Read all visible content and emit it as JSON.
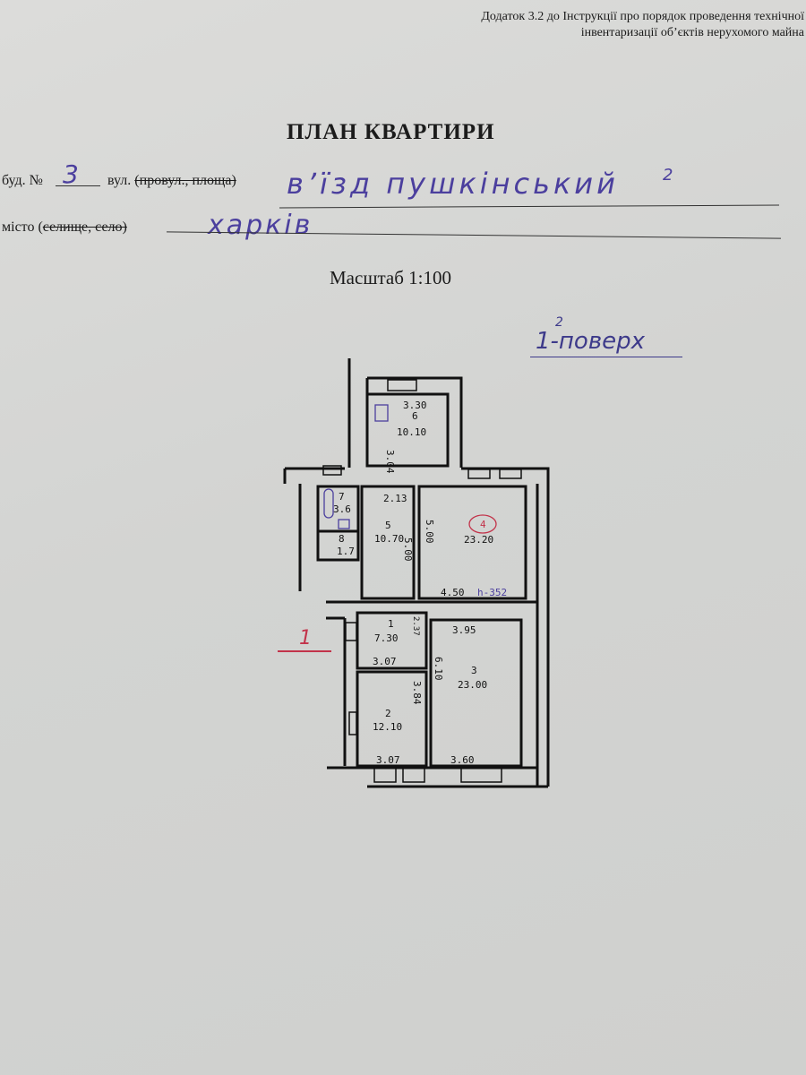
{
  "header_note": {
    "line1": "Додаток 3.2 до Інструкції про порядок проведення технічної",
    "line2": "інвентаризації об’єктів нерухомого майна"
  },
  "title": "ПЛАН КВАРТИРИ",
  "fields": {
    "building_label": "буд. №",
    "building_value": "3",
    "street_label_prefix": "вул.",
    "street_label_struck": "(провул., площа)",
    "street_value": "в’їзд пушкінський",
    "street_superscript": "2",
    "city_label_prefix": "місто (",
    "city_label_struck": "селище, село)",
    "city_value": "харків"
  },
  "scale": "Масштаб 1:100",
  "floor": {
    "value": "1",
    "superscript": "2",
    "label": "поверх",
    "display": "1-поверх"
  },
  "entrance_mark": "1",
  "rooms": [
    {
      "number": "1",
      "area": "7.30"
    },
    {
      "number": "2",
      "area": "12.10"
    },
    {
      "number": "3",
      "area": "23.00"
    },
    {
      "number": "4",
      "area": "23.20"
    },
    {
      "number": "5",
      "area": "10.70"
    },
    {
      "number": "6",
      "area": "10.10"
    },
    {
      "number": "7",
      "area": "3.6"
    },
    {
      "number": "8",
      "area": "1.7"
    }
  ],
  "dimensions": {
    "kitchen_width": "3.30",
    "kitchen_depth": "3.04",
    "corridor_width": "2.13",
    "corridor_length": "5.00",
    "room4_depth": "5.00",
    "room4_width": "4.50",
    "height_mark": "h-352",
    "room1_depth": "2.37",
    "room1_width": "3.07",
    "room2_depth": "3.84",
    "room2_width": "3.07",
    "room3_depth": "6.10",
    "room3_top": "3.95",
    "room3_bottom": "3.60"
  },
  "colors": {
    "ink": "#4b3f9e",
    "red": "#c2334a",
    "paper": "#d6d7d5"
  }
}
